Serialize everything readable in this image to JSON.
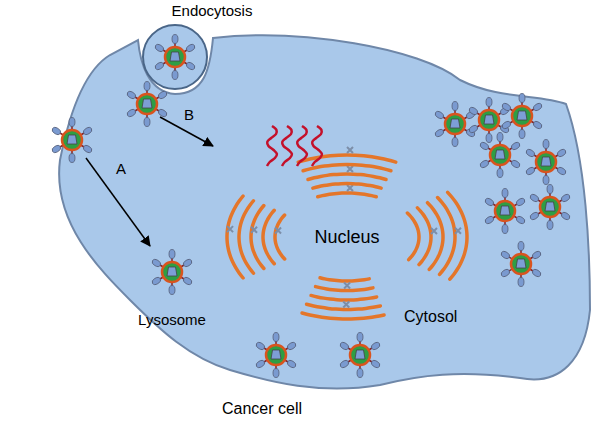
{
  "diagram": {
    "nodes": [
      {
        "text": [
          "Cytosol",
          "Cancer cell"
        ]
      },
      {
        "text": [
          "Lysosome"
        ],
        "in": 0
      },
      {
        "text": [
          "Nucleus"
        ],
        "in": 0
      }
    ],
    "labels": [
      "Endocytosis",
      "A",
      "B"
    ]
  }
}
